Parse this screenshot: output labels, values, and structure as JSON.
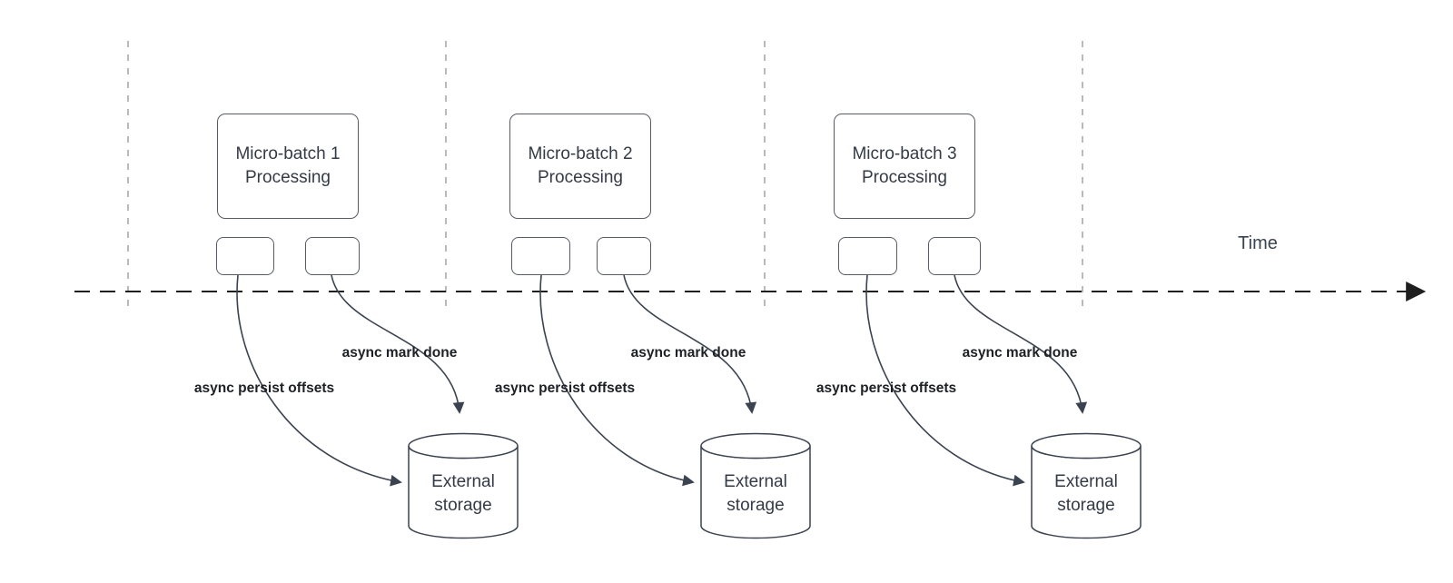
{
  "colors": {
    "background": "#ffffff",
    "shape_stroke": "#575b63",
    "arrow_stroke": "#3b4350",
    "guide_line": "#a8a8a8",
    "timeline": "#1f1f1f",
    "box_text": "#343b46",
    "label_text": "#1d2025"
  },
  "time_axis": {
    "label": "Time"
  },
  "groups": [
    {
      "title_line1": "Micro-batch 1",
      "title_line2": "Processing",
      "persist_label": "async persist offsets",
      "mark_done_label": "async mark done",
      "storage_line1": "External",
      "storage_line2": "storage"
    },
    {
      "title_line1": "Micro-batch 2",
      "title_line2": "Processing",
      "persist_label": "async persist offsets",
      "mark_done_label": "async mark done",
      "storage_line1": "External",
      "storage_line2": "storage"
    },
    {
      "title_line1": "Micro-batch 3",
      "title_line2": "Processing",
      "persist_label": "async persist offsets",
      "mark_done_label": "async mark done",
      "storage_line1": "External",
      "storage_line2": "storage"
    }
  ]
}
